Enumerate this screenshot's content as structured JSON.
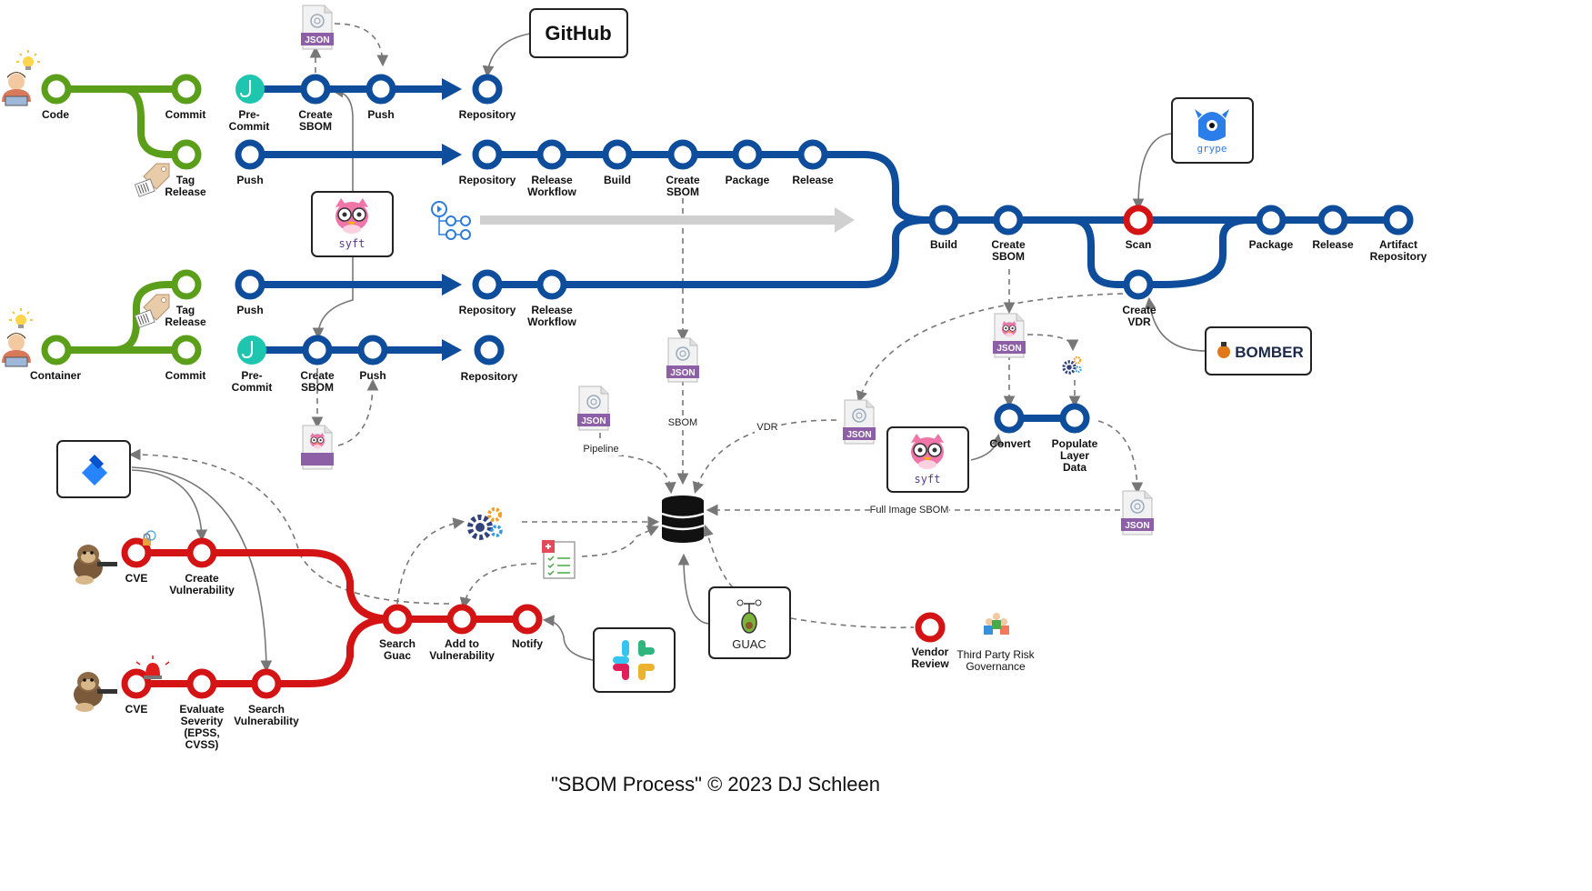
{
  "caption": "\"SBOM Process\" © 2023 DJ Schleen",
  "tools": {
    "github": "GitHub",
    "syft": "syft",
    "grype": "grype",
    "bomber": "BOMBER",
    "guac": "GUAC",
    "json": "JSON"
  },
  "code_track": {
    "code": "Code",
    "commit": "Commit",
    "pre_commit": "Pre-\nCommit",
    "create_sbom": "Create\nSBOM",
    "push": "Push",
    "repository": "Repository",
    "tag_release": "Tag\nRelease"
  },
  "release_track": {
    "repository": "Repository",
    "release_workflow": "Release\nWorkflow",
    "build": "Build",
    "create_sbom": "Create\nSBOM",
    "package": "Package",
    "release": "Release"
  },
  "main_track": {
    "build": "Build",
    "create_sbom": "Create\nSBOM",
    "scan": "Scan",
    "create_vdr": "Create\nVDR",
    "package": "Package",
    "release": "Release",
    "artifact_repository": "Artifact\nRepository"
  },
  "container_track": {
    "container": "Container",
    "commit": "Commit",
    "pre_commit": "Pre-\nCommit",
    "create_sbom": "Create\nSBOM",
    "push": "Push",
    "repository": "Repository",
    "tag_release": "Tag\nRelease",
    "repository2": "Repository",
    "release_workflow": "Release\nWorkflow"
  },
  "convert_track": {
    "convert": "Convert",
    "populate": "Populate\nLayer\nData"
  },
  "flow_labels": {
    "sbom": "SBOM",
    "vdr": "VDR",
    "pipeline": "Pipeline",
    "full_image_sbom": "Full Image SBOM"
  },
  "vuln_track": {
    "cve1": "CVE",
    "create_vulnerability": "Create\nVulnerability",
    "cve2": "CVE",
    "evaluate_severity": "Evaluate\nSeverity\n(EPSS,\nCVSS)",
    "search_vulnerability": "Search\nVulnerability",
    "search_guac": "Search\nGuac",
    "add_to_vulnerability": "Add to\nVulnerability",
    "notify": "Notify"
  },
  "governance": {
    "vendor_review": "Vendor\nReview",
    "third_party": "Third Party Risk\nGovernance"
  },
  "colors": {
    "blue": "#0e4c9c",
    "green": "#5a9e1a",
    "red": "#d41414",
    "teal": "#1ec6b0"
  },
  "icons": [
    "lightbulb-icon",
    "developer-icon",
    "tag-icon",
    "json-file-icon",
    "github-logo",
    "syft-owl-icon",
    "workflow-icon",
    "grype-logo",
    "bomber-logo",
    "database-icon",
    "gears-icon",
    "checklist-icon",
    "jira-logo",
    "slack-logo",
    "guac-logo",
    "monkey-icon",
    "lock-icon",
    "alarm-icon",
    "governance-icon"
  ]
}
